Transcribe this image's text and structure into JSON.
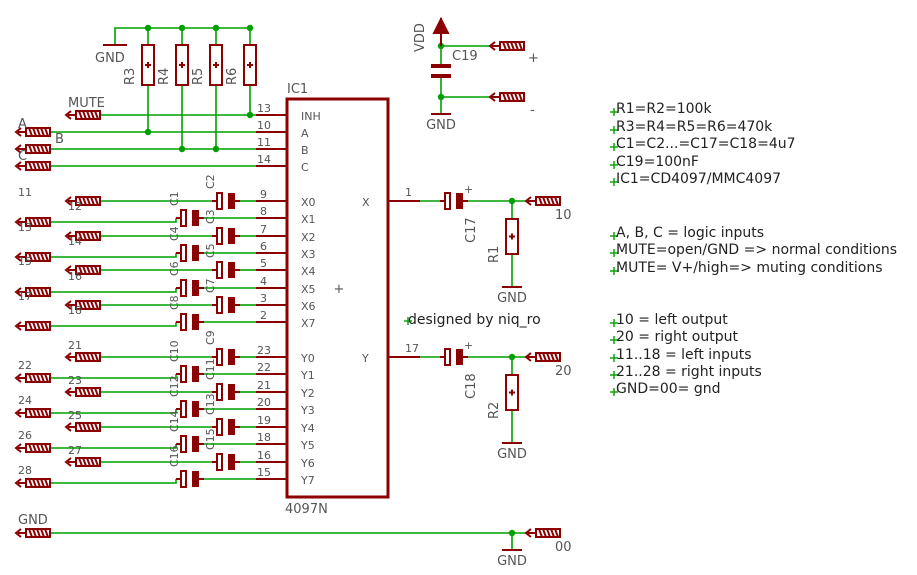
{
  "chip": {
    "ref": "IC1",
    "type": "4097N",
    "center_mark": "+"
  },
  "control_pins": [
    {
      "name": "INH",
      "num": "13"
    },
    {
      "name": "A",
      "num": "10"
    },
    {
      "name": "B",
      "num": "11"
    },
    {
      "name": "C",
      "num": "14"
    }
  ],
  "x_pins": [
    {
      "name": "X0",
      "num": "9"
    },
    {
      "name": "X1",
      "num": "8"
    },
    {
      "name": "X2",
      "num": "7"
    },
    {
      "name": "X3",
      "num": "6"
    },
    {
      "name": "X4",
      "num": "5"
    },
    {
      "name": "X5",
      "num": "4"
    },
    {
      "name": "X6",
      "num": "3"
    },
    {
      "name": "X7",
      "num": "2"
    }
  ],
  "y_pins": [
    {
      "name": "Y0",
      "num": "23"
    },
    {
      "name": "Y1",
      "num": "22"
    },
    {
      "name": "Y2",
      "num": "21"
    },
    {
      "name": "Y3",
      "num": "20"
    },
    {
      "name": "Y4",
      "num": "19"
    },
    {
      "name": "Y5",
      "num": "18"
    },
    {
      "name": "Y6",
      "num": "16"
    },
    {
      "name": "Y7",
      "num": "15"
    }
  ],
  "out_pins": [
    {
      "name": "X",
      "num": "1"
    },
    {
      "name": "Y",
      "num": "17"
    }
  ],
  "control_labels": [
    "MUTE",
    "A",
    "B",
    "C"
  ],
  "x_inputs": [
    "11",
    "12",
    "13",
    "14",
    "15",
    "16",
    "17",
    "18"
  ],
  "y_inputs": [
    "21",
    "22",
    "23",
    "24",
    "25",
    "26",
    "27",
    "28"
  ],
  "x_caps": [
    "C2",
    "C1",
    "C3",
    "C4",
    "C5",
    "C6",
    "C7",
    "C8"
  ],
  "y_caps": [
    "C9",
    "C10",
    "C11",
    "C12",
    "C13",
    "C14",
    "C15",
    "C16"
  ],
  "resistors": [
    "R3",
    "R4",
    "R5",
    "R6"
  ],
  "supply": {
    "vdd": "VDD",
    "cap": "C19",
    "plus": "+",
    "minus": "-",
    "gnd": "GND",
    "gnd_top": "GND"
  },
  "outputs": {
    "left": {
      "cap": "C17",
      "res": "R1",
      "label": "10",
      "gnd": "GND"
    },
    "right": {
      "cap": "C18",
      "res": "R2",
      "label": "20",
      "gnd": "GND"
    }
  },
  "ground_rail": {
    "label": "GND",
    "out": "00",
    "gnd": "GND"
  },
  "designed_by": "designed by niq_ro",
  "notes": [
    "R1=R2=100k",
    "R3=R4=R5=R6=470k",
    "C1=C2...=C17=C18=4u7",
    "C19=100nF",
    "IC1=CD4097/MMC4097",
    "A, B, C = logic inputs",
    "MUTE=open/GND => normal conditions",
    "MUTE= V+/high=> muting conditions",
    "10 = left output",
    "20 = right output",
    "11..18 = left inputs",
    "21..28 = right inputs",
    "GND=00= gnd"
  ]
}
